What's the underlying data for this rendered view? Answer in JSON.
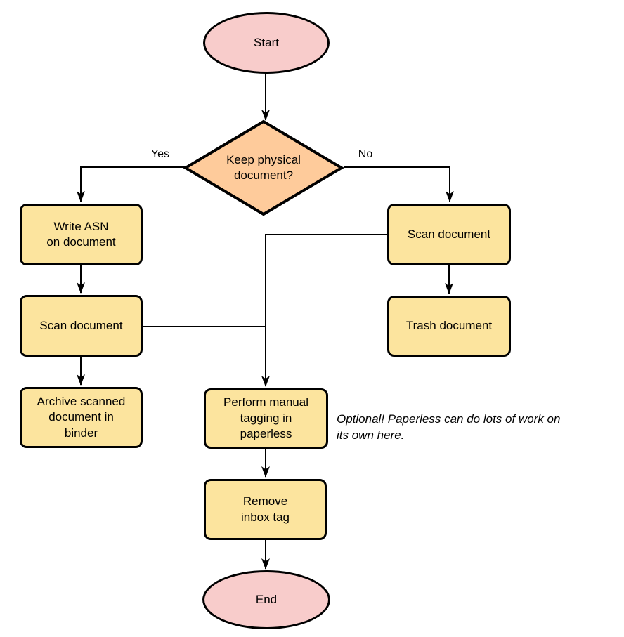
{
  "flowchart": {
    "nodes": {
      "start": "Start",
      "decision": "Keep physical\ndocument?",
      "write_asn": "Write ASN\non document",
      "scan_keep": "Scan document",
      "archive": "Archive scanned\ndocument in\nbinder",
      "scan_discard": "Scan document",
      "trash": "Trash document",
      "tagging": "Perform manual\ntagging in\npaperless",
      "remove_inbox": "Remove\ninbox tag",
      "end": "End"
    },
    "edge_labels": {
      "yes": "Yes",
      "no": "No"
    },
    "note": "Optional! Paperless can do lots of work on\nits own here.",
    "colors": {
      "terminal_fill": "#f8cccb",
      "decision_fill": "#fecb9b",
      "process_fill": "#fce49e",
      "stroke": "#000000"
    }
  }
}
